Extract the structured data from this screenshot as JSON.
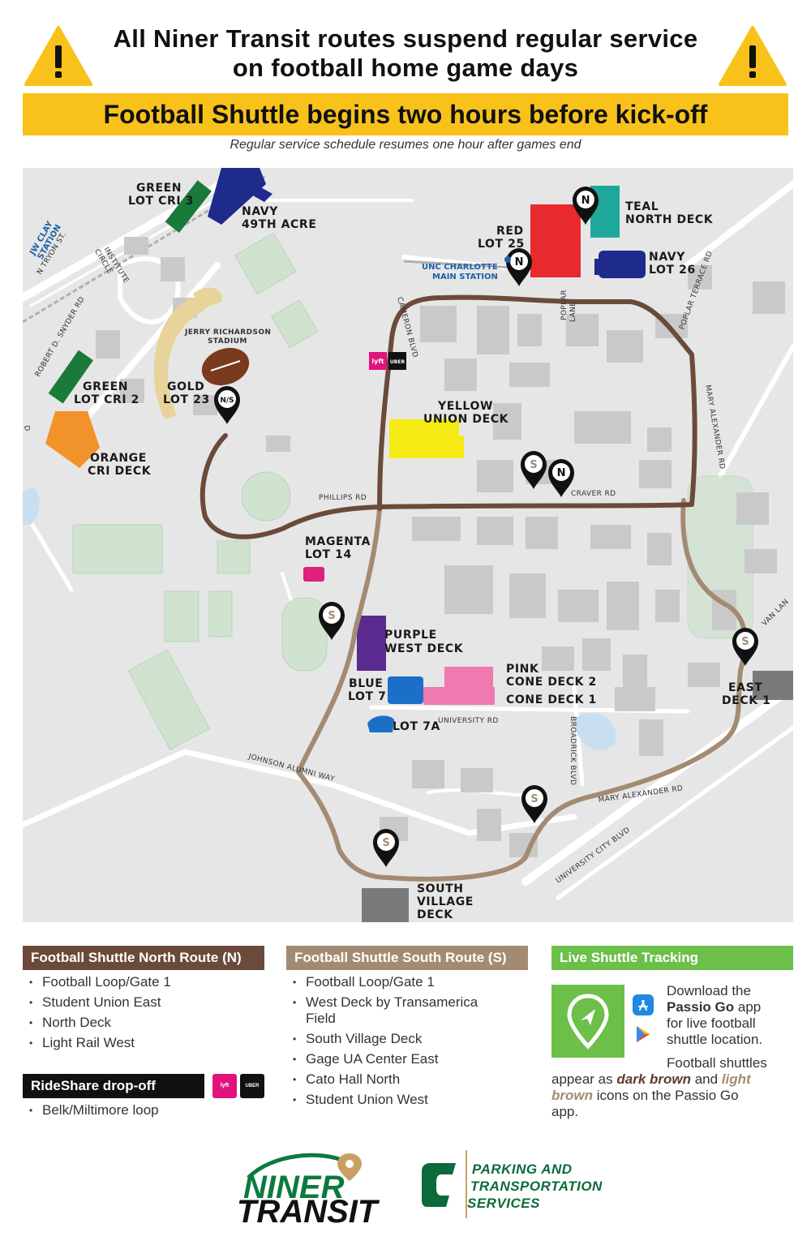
{
  "header": {
    "line1": "All Niner Transit routes suspend regular service",
    "line2": "on football home game days",
    "banner": "Football Shuttle begins two hours before kick-off",
    "subtitle": "Regular service schedule resumes one hour after games end"
  },
  "colors": {
    "yellow": "#f9c21b",
    "north_route": "#6b4a3c",
    "south_route": "#a38b73",
    "tracking": "#6cc04a",
    "green_lot": "#1a7a3a",
    "navy": "#1e2a8c",
    "red": "#e82a2f",
    "teal": "#1ea89c",
    "orange": "#f2922a",
    "gold": "#e8d49a",
    "yellow_lot": "#f5ea14",
    "magenta": "#e0207a",
    "purple": "#5b2a8e",
    "blue": "#1c6fc7",
    "pink": "#f07ab0",
    "gray_deck": "#7a7a7a"
  },
  "map": {
    "lots": {
      "green_cri3": [
        "GREEN",
        "LOT CRI 3"
      ],
      "navy_49th": [
        "NAVY",
        "49TH ACRE"
      ],
      "red_25": [
        "RED",
        "LOT 25"
      ],
      "teal_north": [
        "TEAL",
        "NORTH DECK"
      ],
      "navy_26": [
        "NAVY",
        "LOT 26"
      ],
      "green_cri2": [
        "GREEN",
        "LOT CRI 2"
      ],
      "gold_23": [
        "GOLD",
        "LOT 23"
      ],
      "orange_cri": [
        "ORANGE",
        "CRI DECK"
      ],
      "yellow_union": [
        "YELLOW",
        "UNION DECK"
      ],
      "magenta_14": [
        "MAGENTA",
        "LOT 14"
      ],
      "purple_west": [
        "PURPLE",
        "WEST DECK"
      ],
      "blue_7": [
        "BLUE",
        "LOT 7"
      ],
      "lot_7a": [
        "LOT 7A"
      ],
      "pink_cone2": [
        "PINK",
        "CONE DECK 2"
      ],
      "cone1": [
        "CONE DECK 1"
      ],
      "east_deck": [
        "EAST",
        "DECK 1"
      ],
      "south_village": [
        "SOUTH",
        "VILLAGE",
        "DECK"
      ]
    },
    "stadium": [
      "JERRY RICHARDSON",
      "STADIUM"
    ],
    "station": [
      "UNC CHARLOTTE",
      "MAIN STATION"
    ],
    "jw_clay": [
      "JW CLAY",
      "STATION"
    ],
    "roads": {
      "n_tryon": "N TRYON ST.",
      "institute": [
        "INSTITUTE",
        "CIRCLE"
      ],
      "snyder": "ROBERT D. SNYDER RD",
      "cameron": "CAMERON BLVD",
      "poplar": [
        "POPLAR",
        "LANE"
      ],
      "poplar_terrace": "POPLAR TERRACE RD",
      "mary_alexander_n": "MARY ALEXANDER RD",
      "phillips": "PHILLIPS RD",
      "craver": "CRAVER RD",
      "university": "UNIVERSITY RD",
      "broadrick": "BROADRICK BLVD",
      "johnson": "JOHNSON ALUMNI WAY",
      "mary_alexander_s": "MARY ALEXANDER RD",
      "university_city": "UNIVERSITY CITY BLVD",
      "van_landingham": "VAN LAN",
      "edge_d": "D"
    },
    "pins": {
      "north": "N",
      "south": "S",
      "both": "N/S"
    },
    "rideshare_badges": [
      "lyft",
      "UBER"
    ]
  },
  "legend": {
    "north": {
      "title": "Football Shuttle North Route (N)",
      "stops": [
        "Football Loop/Gate 1",
        "Student Union East",
        "North Deck",
        "Light Rail West"
      ]
    },
    "rideshare": {
      "title": "RideShare drop-off",
      "stops": [
        "Belk/Miltimore loop"
      ],
      "badges": [
        "lyft",
        "UBER"
      ]
    },
    "south": {
      "title": "Football Shuttle South Route (S)",
      "stops": [
        "Football Loop/Gate 1",
        "West Deck by Transamerica Field",
        "South Village Deck",
        "Gage UA Center East",
        "Cato Hall North",
        "Student Union West"
      ]
    },
    "tracking": {
      "title": "Live Shuttle Tracking",
      "download_pre": "Download the",
      "app_name": "Passio Go",
      "download_post": "app",
      "download_line2": "for live football",
      "download_line3": "shuttle location.",
      "note_pre": "Football shuttles",
      "note_mid1": "appear as",
      "dark": "dark brown",
      "and": "and",
      "light": "light",
      "light2": "brown",
      "note_end1": "icons on the Passio Go",
      "note_end2": "app."
    }
  },
  "footer": {
    "niner1": "NINER",
    "niner2": "TRANSIT",
    "pts1": "PARKING AND",
    "pts2": "TRANSPORTATION",
    "pts3": "SERVICES"
  }
}
